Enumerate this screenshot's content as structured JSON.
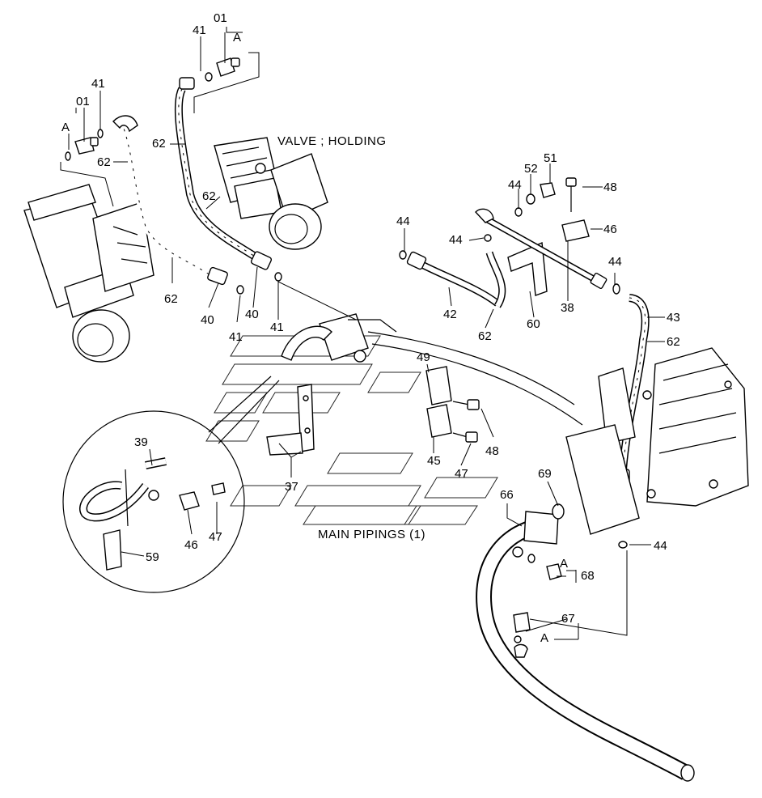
{
  "captions": {
    "valve_holding": "VALVE ; HOLDING",
    "main_pipings": "MAIN PIPINGS (1)"
  },
  "labels": [
    "01",
    "A",
    "41",
    "41",
    "01",
    "A",
    "62",
    "62",
    "62",
    "62",
    "40",
    "41",
    "40",
    "41",
    "44",
    "44",
    "42",
    "62",
    "60",
    "38",
    "52",
    "51",
    "44",
    "48",
    "46",
    "44",
    "43",
    "62",
    "49",
    "48",
    "45",
    "47",
    "39",
    "37",
    "46",
    "47",
    "59",
    "66",
    "69",
    "68",
    "A",
    "67",
    "A",
    "44"
  ]
}
